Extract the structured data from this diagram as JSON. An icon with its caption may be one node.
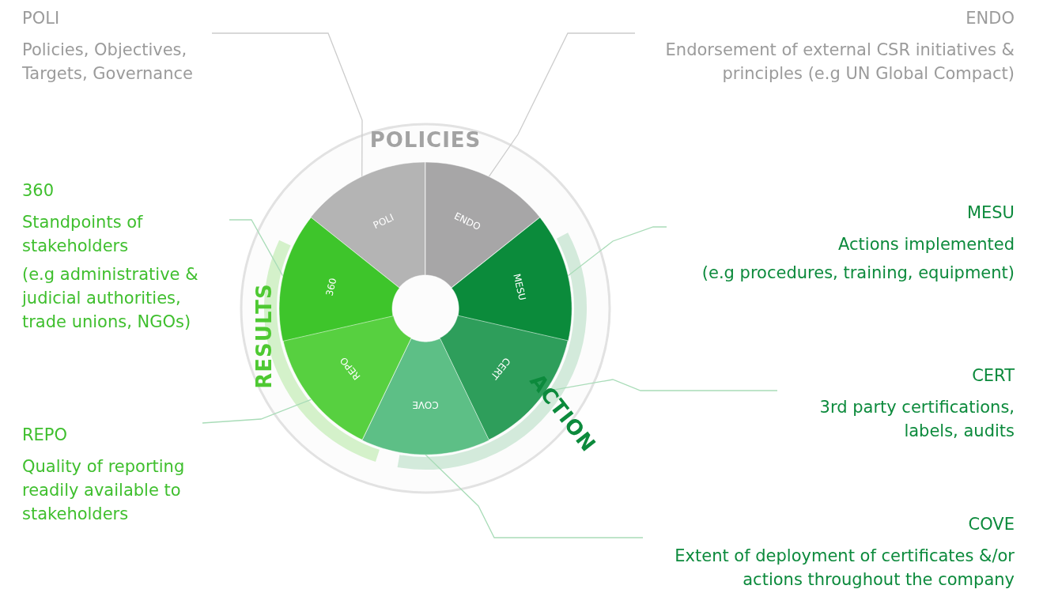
{
  "diagram": {
    "nodes": [
      {
        "text": [
          "POLI",
          "Policies, Objectives, Targets, Governance"
        ]
      },
      {
        "text": [
          "ENDO",
          "Endorsement of external CSR initiatives & principles (e.g UN Global Compact)"
        ]
      },
      {
        "text": [
          "360",
          "Standpoints of stakeholders",
          "(e.g administrative & judicial authorities, trade unions, NGOs)"
        ]
      },
      {
        "text": [
          "MESU",
          "Actions implemented",
          "(e.g procedures, training, equipment)"
        ]
      },
      {
        "text": [
          "CERT",
          "3rd party certifications, labels, audits"
        ]
      },
      {
        "text": [
          "REPO",
          "Quality of reporting readily available to stakeholders"
        ]
      },
      {
        "text": [
          "COVE",
          "Extent of deployment of certificates &/or actions throughout the company"
        ]
      },
      {
        "text": [
          "POLI"
        ]
      },
      {
        "text": [
          "ENDO"
        ]
      },
      {
        "text": [
          "MESU"
        ]
      },
      {
        "text": [
          "CERT"
        ]
      },
      {
        "text": [
          "COVE"
        ]
      },
      {
        "text": [
          "REPO"
        ]
      },
      {
        "text": [
          "360"
        ]
      }
    ],
    "edges": [
      {
        "from": 0,
        "to": 7,
        "arrow": "none",
        "color": "#cccccc"
      },
      {
        "from": 1,
        "to": 8,
        "arrow": "none",
        "color": "#cccccc"
      },
      {
        "from": 2,
        "to": 13,
        "arrow": "none"
      },
      {
        "from": 3,
        "to": 9,
        "arrow": "none"
      },
      {
        "from": 4,
        "to": 10,
        "arrow": "none"
      },
      {
        "from": 5,
        "to": 12,
        "arrow": "none"
      },
      {
        "from": 6,
        "to": 11,
        "arrow": "none"
      }
    ],
    "labels": [
      "POLICIES",
      "RESULTS",
      "ACTION"
    ]
  }
}
